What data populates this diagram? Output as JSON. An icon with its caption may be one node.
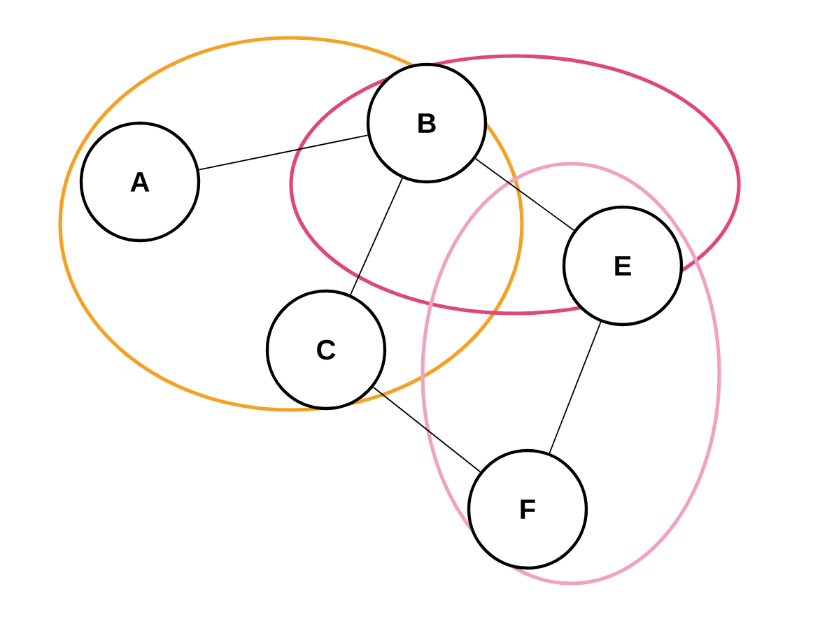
{
  "diagram": {
    "nodes": [
      {
        "text": [
          "A"
        ]
      },
      {
        "text": [
          "B"
        ]
      },
      {
        "text": [
          "C"
        ]
      },
      {
        "text": [
          "E"
        ]
      },
      {
        "text": [
          "F"
        ]
      }
    ],
    "edges": [
      {
        "from": 0,
        "to": 1,
        "arrow": "none"
      },
      {
        "from": 1,
        "to": 2,
        "arrow": "none"
      },
      {
        "from": 1,
        "to": 3,
        "arrow": "none"
      },
      {
        "from": 2,
        "to": 4,
        "arrow": "none"
      },
      {
        "from": 3,
        "to": 4,
        "arrow": "none"
      }
    ]
  }
}
